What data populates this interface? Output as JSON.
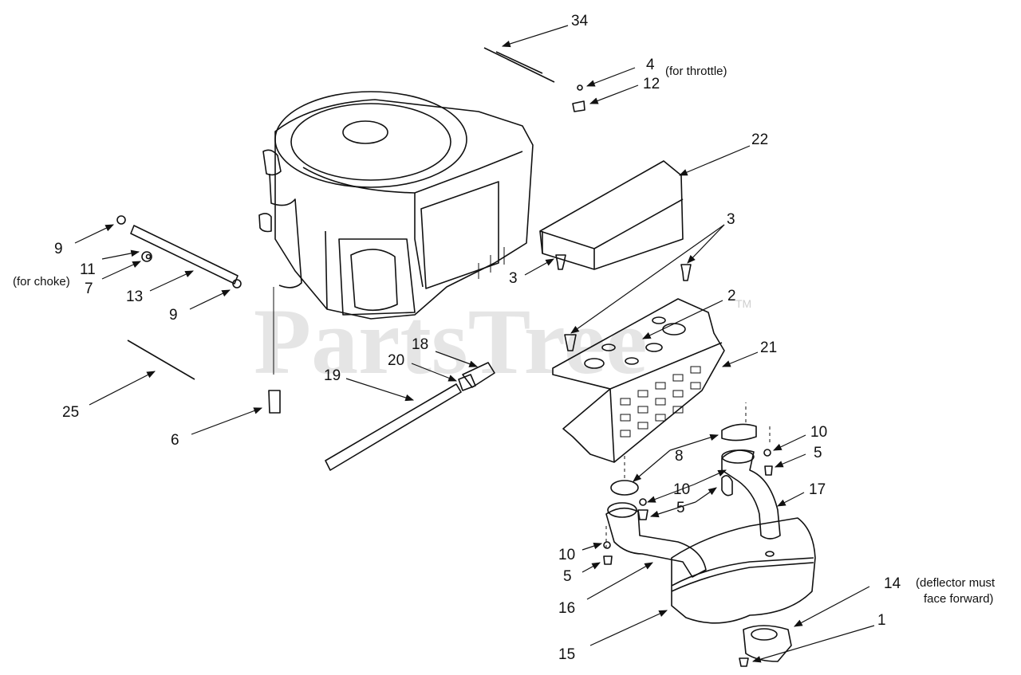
{
  "watermark": {
    "text": "PartsTree",
    "trademark": "TM"
  },
  "callouts": {
    "c34": "34",
    "c4": "4",
    "c12": "12",
    "c22": "22",
    "c3a": "3",
    "c3b": "3",
    "c2": "2",
    "c21": "21",
    "c9a": "9",
    "c11": "11",
    "c7": "7",
    "c13": "13",
    "c9b": "9",
    "c25": "25",
    "c6": "6",
    "c19": "19",
    "c20": "20",
    "c18": "18",
    "c10a": "10",
    "c5a": "5",
    "c8": "8",
    "c10b": "10",
    "c5b": "5",
    "c17": "17",
    "c10c": "10",
    "c5c": "5",
    "c16": "16",
    "c15": "15",
    "c14": "14",
    "c1": "1"
  },
  "notes": {
    "throttle": "(for throttle)",
    "choke": "(for choke)",
    "deflector_line1": "(deflector must",
    "deflector_line2": "face forward)"
  }
}
